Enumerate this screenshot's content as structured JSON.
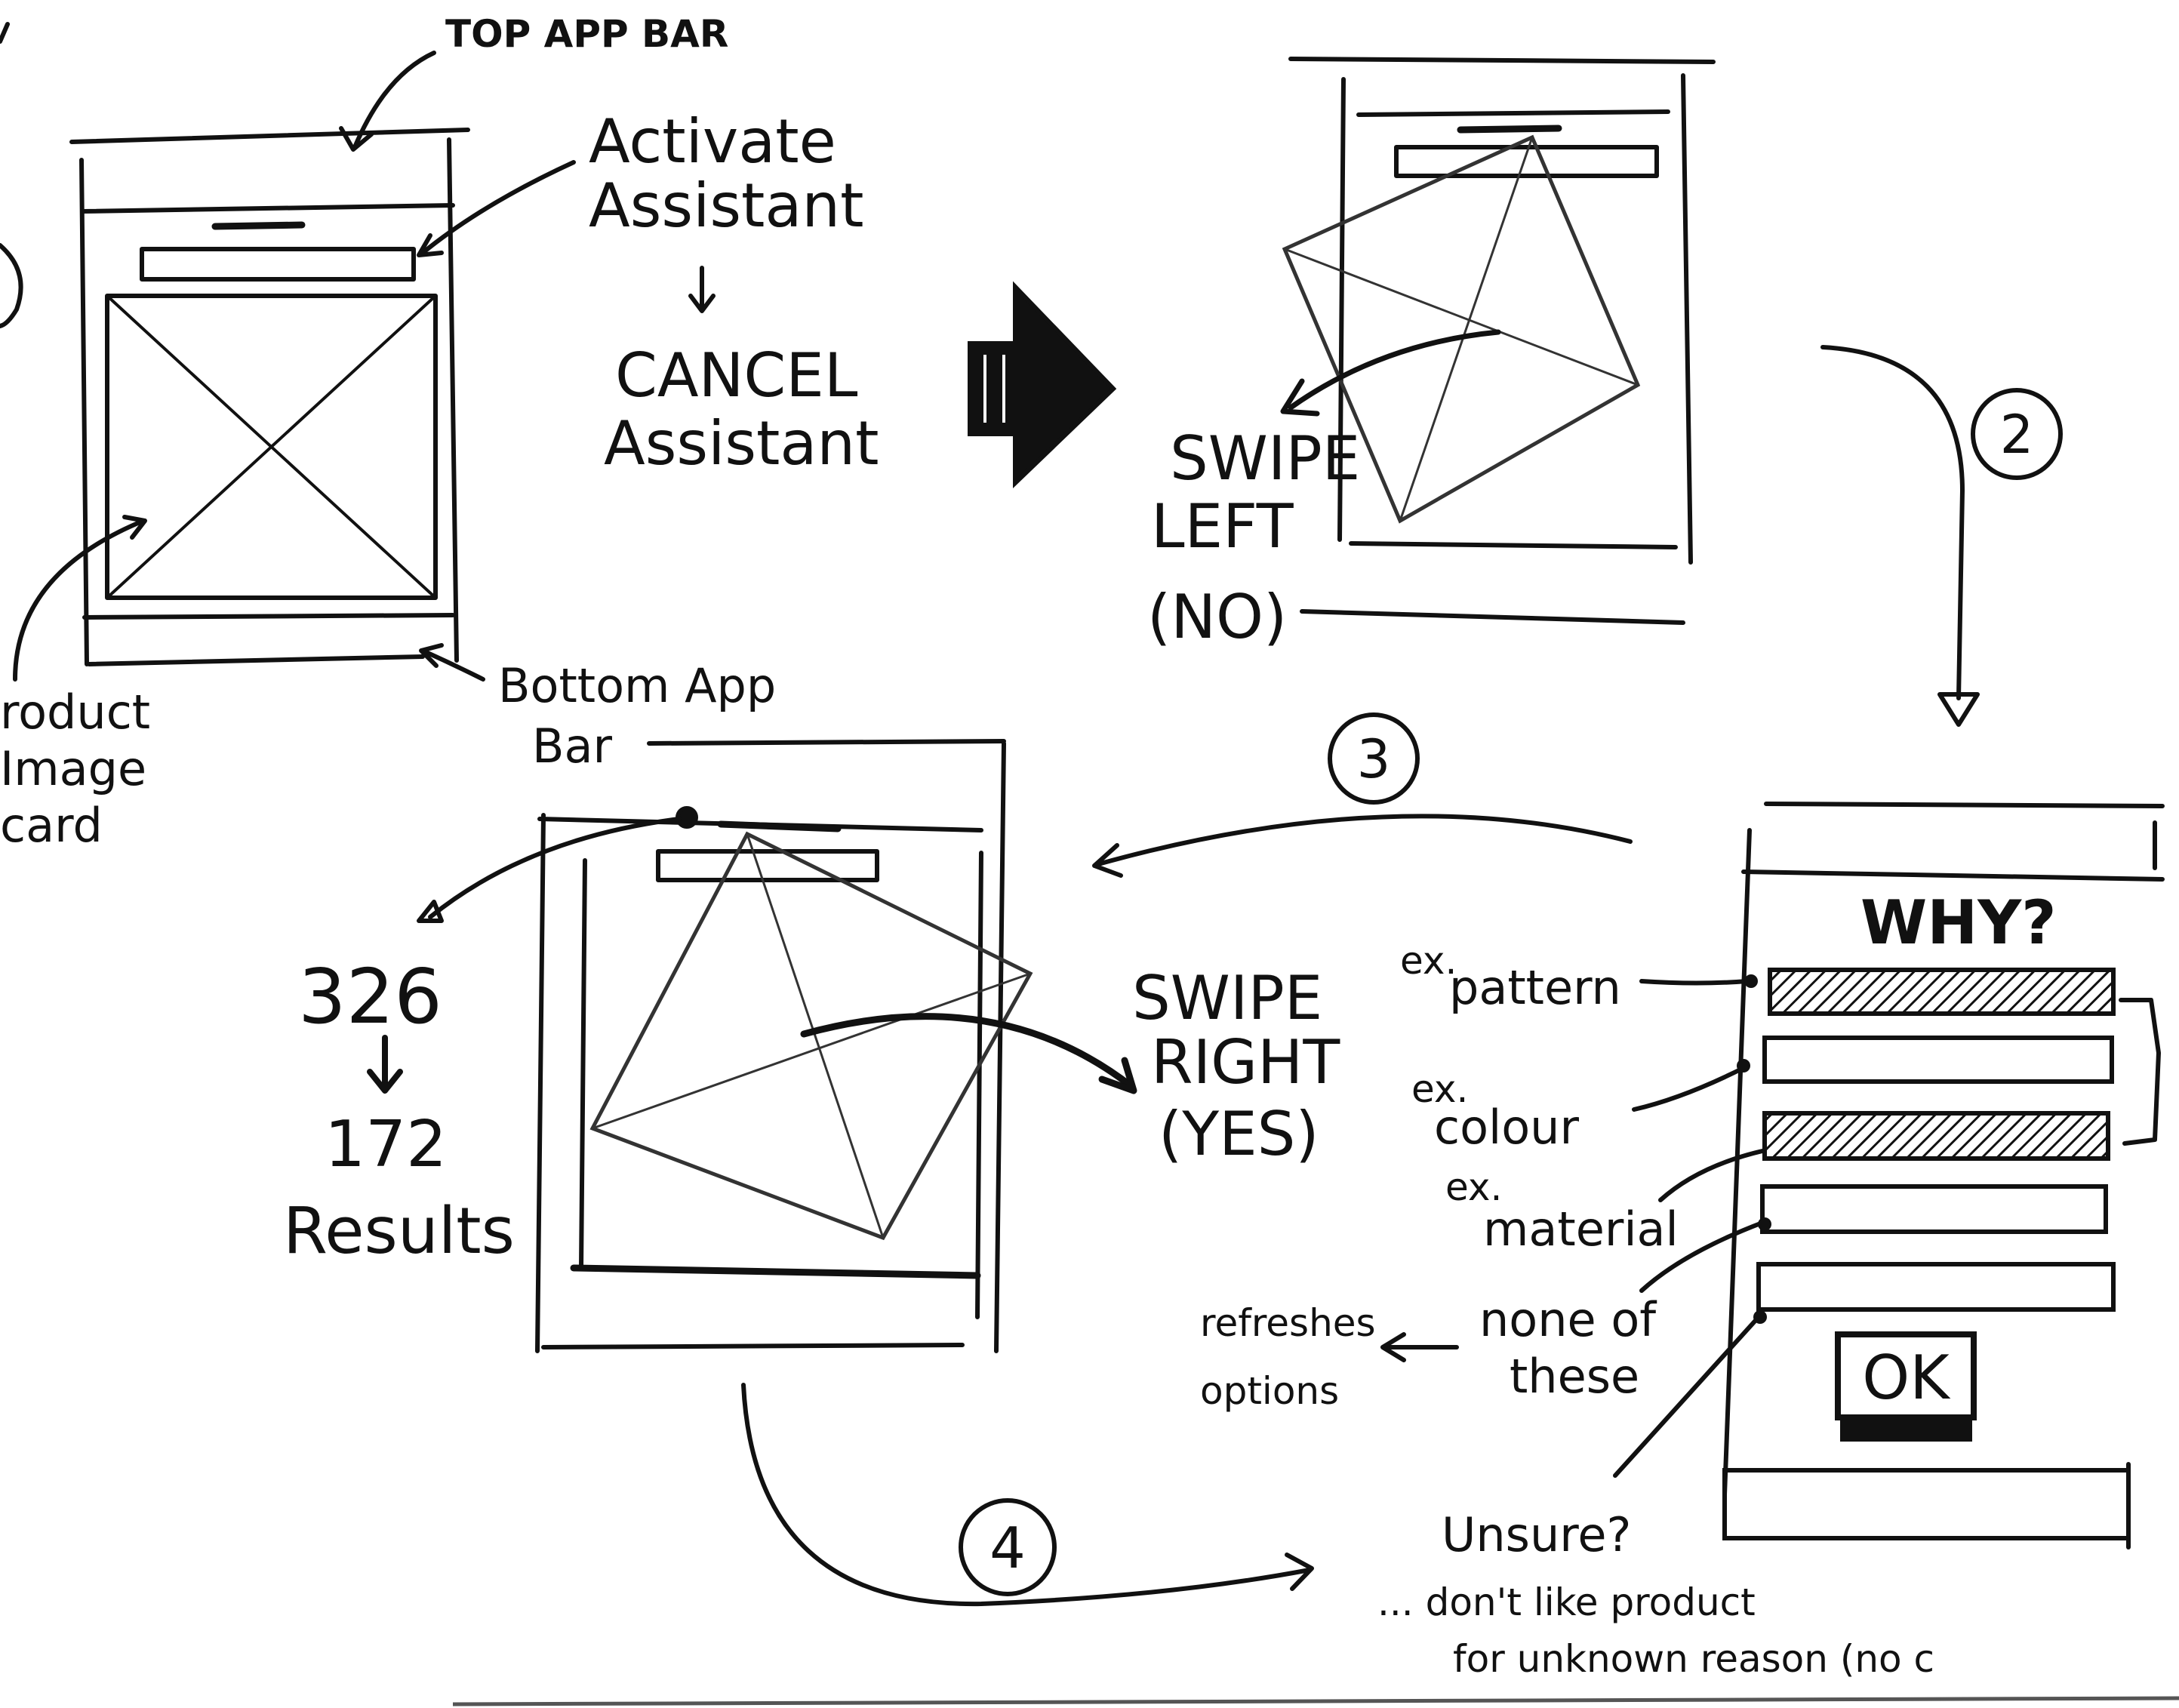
{
  "labels": {
    "top_app_bar": "TOP APP BAR",
    "activate_assistant_1": "Activate",
    "activate_assistant_2": "Assistant",
    "cancel_assistant_1": "CANCEL",
    "cancel_assistant_2": "Assistant",
    "bottom_app_bar_1": "Bottom App",
    "bottom_app_bar_2": "Bar",
    "product_image_card_1": "roduct",
    "product_image_card_2": "Image",
    "product_image_card_3": "card",
    "swipe_left_1": "SWIPE",
    "swipe_left_2": "LEFT",
    "swipe_left_3": "(NO)",
    "swipe_right_1": "SWIPE",
    "swipe_right_2": "RIGHT",
    "swipe_right_3": "(YES)",
    "results_from": "326",
    "results_to": "172",
    "results_label": "Results",
    "why": "WHY?",
    "ex_pattern_1": "ex.",
    "ex_pattern_2": "pattern",
    "ex_colour_1": "ex.",
    "ex_colour_2": "colour",
    "ex_material_1": "ex.",
    "ex_material_2": "material",
    "none_of_these_1": "none of",
    "none_of_these_2": "these",
    "refreshes_options_1": "refreshes",
    "refreshes_options_2": "options",
    "ok": "OK",
    "unsure": "Unsure?",
    "unsure_note_1": "... don't like product",
    "unsure_note_2": "for unknown reason (no c"
  },
  "steps": {
    "step2": "2",
    "step3": "3",
    "step4": "4"
  },
  "style": {
    "ink": "#111111",
    "paper": "#ffffff"
  }
}
